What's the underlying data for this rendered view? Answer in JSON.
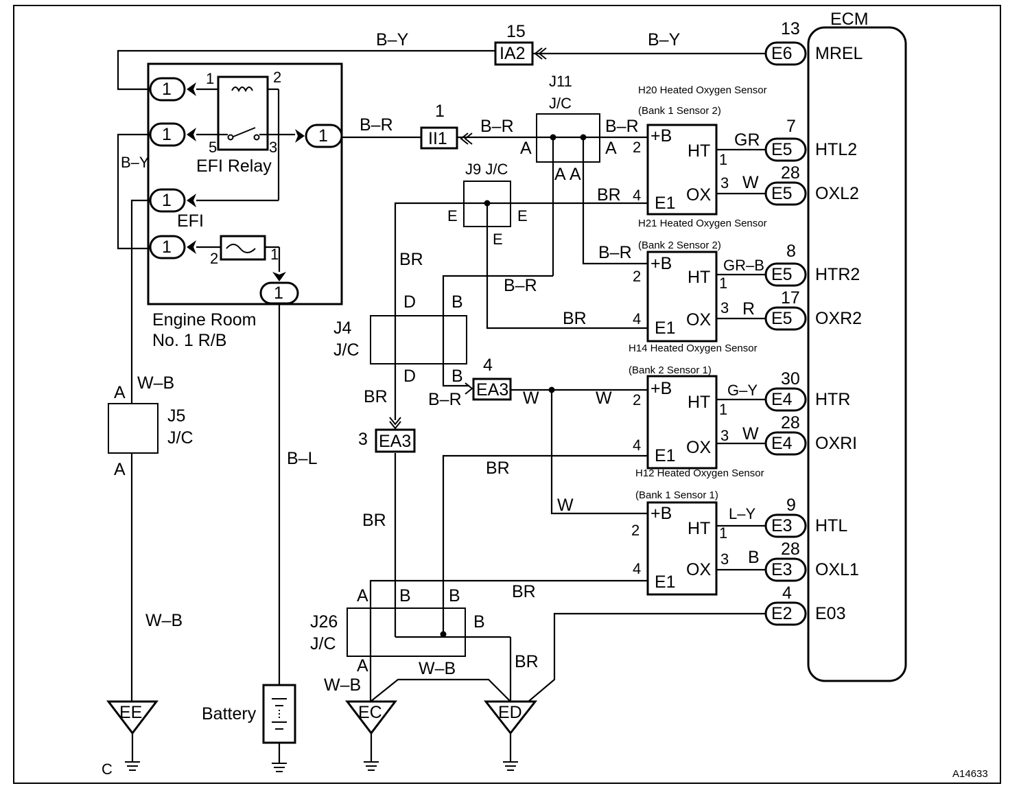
{
  "ecm": {
    "title": "ECM",
    "pins": [
      {
        "num": "13",
        "conn": "E6",
        "name": "MREL"
      },
      {
        "num": "7",
        "conn": "E5",
        "name": "HTL2"
      },
      {
        "num": "28",
        "conn": "E5",
        "name": "OXL2"
      },
      {
        "num": "8",
        "conn": "E5",
        "name": "HTR2"
      },
      {
        "num": "17",
        "conn": "E5",
        "name": "OXR2"
      },
      {
        "num": "30",
        "conn": "E4",
        "name": "HTR"
      },
      {
        "num": "28",
        "conn": "E4",
        "name": "OXRI"
      },
      {
        "num": "9",
        "conn": "E3",
        "name": "HTL"
      },
      {
        "num": "28",
        "conn": "E3",
        "name": "OXL1"
      },
      {
        "num": "4",
        "conn": "E2",
        "name": "E03"
      }
    ]
  },
  "sensors": [
    {
      "title": "H20 Heated Oxygen Sensor",
      "sub": "(Bank 1 Sensor 2)",
      "b": "+B",
      "ht": "HT",
      "ox": "OX",
      "e1": "E1",
      "t2": "2",
      "t4": "4",
      "t1": "1",
      "t3": "3",
      "ht_wire": "GR",
      "ox_wire": "W"
    },
    {
      "title": "H21 Heated Oxygen Sensor",
      "sub": "(Bank 2 Sensor 2)",
      "b": "+B",
      "ht": "HT",
      "ox": "OX",
      "e1": "E1",
      "t2": "2",
      "t4": "4",
      "t1": "1",
      "t3": "3",
      "ht_wire": "GR–B",
      "ox_wire": "R"
    },
    {
      "title": "H14 Heated Oxygen Sensor",
      "sub": "(Bank 2 Sensor 1)",
      "b": "+B",
      "ht": "HT",
      "ox": "OX",
      "e1": "E1",
      "t2": "2",
      "t4": "4",
      "t1": "1",
      "t3": "3",
      "ht_wire": "G–Y",
      "ox_wire": "W"
    },
    {
      "title": "H12 Heated Oxygen Sensor",
      "sub": "(Bank 1 Sensor 1)",
      "b": "+B",
      "ht": "HT",
      "ox": "OX",
      "e1": "E1",
      "t2": "2",
      "t4": "4",
      "t1": "1",
      "t3": "3",
      "ht_wire": "L–Y",
      "ox_wire": "B"
    }
  ],
  "relay_box": {
    "term": "1",
    "relay_label": "EFI Relay",
    "fuse_label": "EFI",
    "box_label_1": "Engine Room",
    "box_label_2": "No. 1 R/B",
    "pin_1": "1",
    "pin_2": "2",
    "pin_3": "3",
    "pin_5": "5",
    "fuse_pin_2": "2",
    "fuse_pin_1": "1"
  },
  "connectors": {
    "ia2": {
      "num": "15",
      "label": "IA2"
    },
    "ii1": {
      "num": "1",
      "label": "II1"
    },
    "ea3_top": {
      "num": "4",
      "label": "EA3"
    },
    "ea3_bot": {
      "num": "3",
      "label": "EA3"
    }
  },
  "junctions": {
    "j11": {
      "name": "J11",
      "type": "J/C",
      "l": "A",
      "r": "A",
      "b1": "A",
      "b2": "A"
    },
    "j9": {
      "name": "J9 J/C",
      "l": "E",
      "r": "E",
      "b": "E"
    },
    "j4": {
      "name": "J4",
      "type": "J/C",
      "tl": "D",
      "tr": "B",
      "bl": "D",
      "br": "B"
    },
    "j5": {
      "name": "J5",
      "type": "J/C",
      "t": "A",
      "b": "A"
    },
    "j26": {
      "name": "J26",
      "type": "J/C",
      "t1": "A",
      "t2": "B",
      "t3": "B",
      "r": "B",
      "b": "A"
    }
  },
  "wires": {
    "by_top_left": "B–Y",
    "by_top_right": "B–Y",
    "by_side": "B–Y",
    "br_relay": "B–R",
    "br_j11": "B–R",
    "br_j11_out": "B–R",
    "br_bank2s2": "B–R",
    "br_j4": "B–R",
    "br_ea3": "B–R",
    "brn_h20": "BR",
    "brn_left": "BR",
    "brn_h21": "BR",
    "brn_j4": "BR",
    "brn_h14": "BR",
    "brn_mid": "BR",
    "brn_j26": "BR",
    "brn_ed": "BR",
    "w_ea3": "W",
    "w_h14": "W",
    "w_h12": "W",
    "wb_j5": "W–B",
    "wb_left": "W–B",
    "wb_ec": "W–B",
    "wb_j26": "W–B",
    "bl": "B–L",
    "h12_t2": "2"
  },
  "grounds": {
    "ee": "EE",
    "ec": "EC",
    "ed": "ED"
  },
  "battery": "Battery",
  "ground_c": "C",
  "figure_id": "A14633"
}
